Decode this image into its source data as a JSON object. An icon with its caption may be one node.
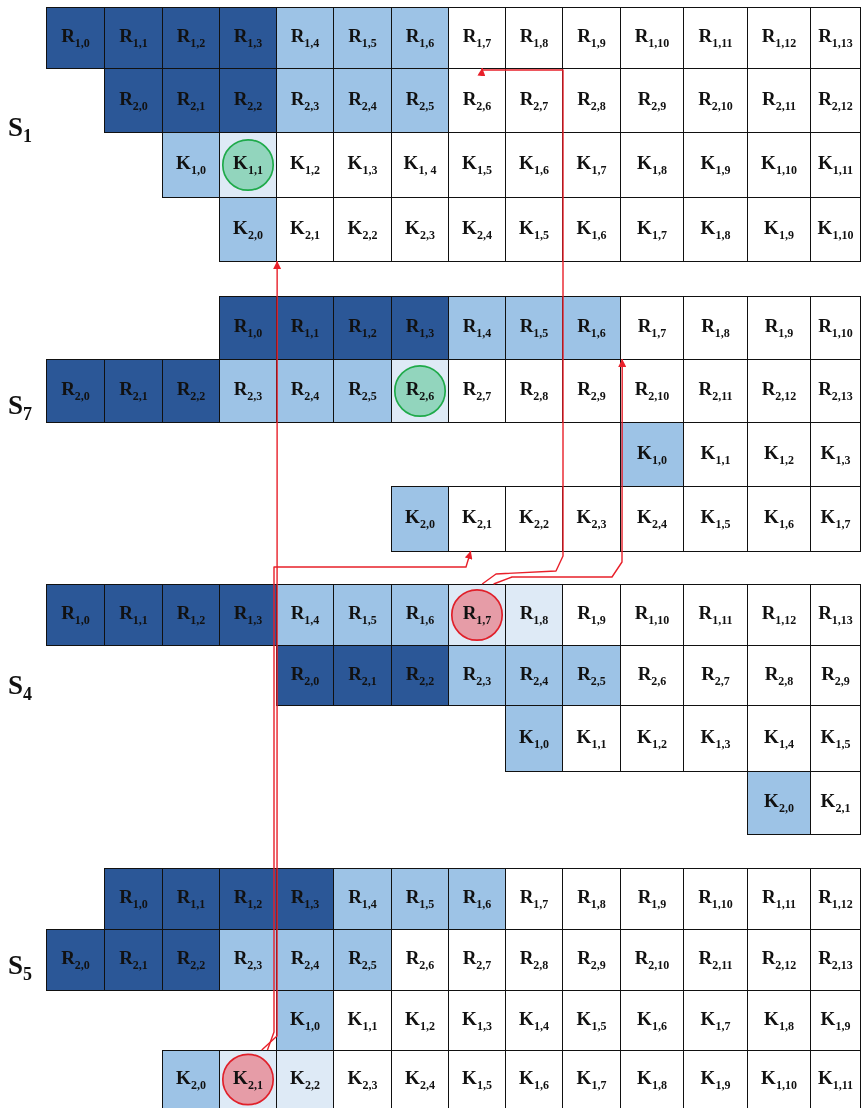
{
  "diagram": {
    "nodes": [
      {
        "text": [
          "R$_{1,0}$"
        ]
      },
      {
        "text": [
          "R$_{1,1}$"
        ]
      },
      {
        "text": [
          "R$_{1,2}$"
        ]
      },
      {
        "text": [
          "R$_{1,3}$"
        ]
      },
      {
        "text": [
          "R$_{1,4}$"
        ]
      },
      {
        "text": [
          "R$_{1,5}$"
        ]
      },
      {
        "text": [
          "R$_{1,6}$"
        ]
      },
      {
        "text": [
          "R$_{1,7}$"
        ]
      },
      {
        "text": [
          "R$_{1,8}$"
        ]
      },
      {
        "text": [
          "R$_{1,9}$"
        ]
      },
      {
        "text": [
          "R$_{1,10}$"
        ]
      },
      {
        "text": [
          "R$_{1,11}$"
        ]
      },
      {
        "text": [
          "R$_{1,12}$"
        ]
      },
      {
        "text": [
          "R$_{1,13}$"
        ]
      },
      {
        "text": [
          "R$_{2,0}$"
        ]
      },
      {
        "text": [
          "R$_{2,1}$"
        ]
      },
      {
        "text": [
          "R$_{2,2}$"
        ]
      },
      {
        "text": [
          "R$_{2,3}$"
        ]
      },
      {
        "text": [
          "R$_{2,4}$"
        ]
      },
      {
        "text": [
          "R$_{2,5}$"
        ]
      },
      {
        "text": [
          "R$_{2,6}$"
        ]
      },
      {
        "text": [
          "R$_{2,7}$"
        ]
      },
      {
        "text": [
          "R$_{2,8}$"
        ]
      },
      {
        "text": [
          "R$_{2,9}$"
        ]
      },
      {
        "text": [
          "R$_{2,10}$"
        ]
      },
      {
        "text": [
          "R$_{2,11}$"
        ]
      },
      {
        "text": [
          "R$_{2,12}$"
        ]
      },
      {
        "text": [
          "K$_{1,0}$"
        ]
      },
      {
        "text": [
          "K$_{1,1}$"
        ]
      },
      {
        "text": [
          "K$_{1,2}$"
        ]
      },
      {
        "text": [
          "K$_{1,3}$"
        ]
      },
      {
        "text": [
          "K$_{1, 4}$"
        ]
      },
      {
        "text": [
          "K$_{1,5}$"
        ]
      },
      {
        "text": [
          "K$_{1,6}$"
        ]
      },
      {
        "text": [
          "K$_{1,7}$"
        ]
      },
      {
        "text": [
          "K$_{1,8}$"
        ]
      },
      {
        "text": [
          "K$_{1,9}$"
        ]
      },
      {
        "text": [
          "K$_{1,10}$"
        ]
      },
      {
        "text": [
          "K$_{1,11}$"
        ]
      },
      {
        "text": [
          "K$_{2,0}$"
        ]
      },
      {
        "text": [
          "K$_{2,1}$"
        ]
      },
      {
        "text": [
          "K$_{2,2}$"
        ]
      },
      {
        "text": [
          "K$_{2,3}$"
        ]
      },
      {
        "text": [
          "K$_{2,4}$"
        ]
      },
      {
        "text": [
          "K$_{1,5}$"
        ]
      },
      {
        "text": [
          "K$_{1,6}$"
        ]
      },
      {
        "text": [
          "K$_{1,7}$"
        ]
      },
      {
        "text": [
          "K$_{1,8}$"
        ]
      },
      {
        "text": [
          "K$_{1,9}$"
        ]
      },
      {
        "text": [
          "K$_{1,10}$"
        ]
      },
      {
        "text": [
          "R$_{1,0}$"
        ]
      },
      {
        "text": [
          "R$_{1,1}$"
        ]
      },
      {
        "text": [
          "R$_{1,2}$"
        ]
      },
      {
        "text": [
          "R$_{1,3}$"
        ]
      },
      {
        "text": [
          "R$_{1,4}$"
        ]
      },
      {
        "text": [
          "R$_{1,5}$"
        ]
      },
      {
        "text": [
          "R$_{1,6}$"
        ]
      },
      {
        "text": [
          "R$_{1,7}$"
        ]
      },
      {
        "text": [
          "R$_{1,8}$"
        ]
      },
      {
        "text": [
          "R$_{1,9}$"
        ]
      },
      {
        "text": [
          "R$_{1,10}$"
        ]
      },
      {
        "text": [
          "R$_{2,0}$"
        ]
      },
      {
        "text": [
          "R$_{2,1}$"
        ]
      },
      {
        "text": [
          "R$_{2,2}$"
        ]
      },
      {
        "text": [
          "R$_{2,3}$"
        ]
      },
      {
        "text": [
          "R$_{2,4}$"
        ]
      },
      {
        "text": [
          "R$_{2,5}$"
        ]
      },
      {
        "text": [
          "R$_{2,6}$"
        ]
      },
      {
        "text": [
          "R$_{2,7}$"
        ]
      },
      {
        "text": [
          "R$_{2,8}$"
        ]
      },
      {
        "text": [
          "R$_{2,9}$"
        ]
      },
      {
        "text": [
          "R$_{2,10}$"
        ]
      },
      {
        "text": [
          "R$_{2,11}$"
        ]
      },
      {
        "text": [
          "R$_{2,12}$"
        ]
      },
      {
        "text": [
          "R$_{2,13}$"
        ]
      },
      {
        "text": [
          "K$_{1,0}$"
        ]
      },
      {
        "text": [
          "K$_{1,1}$"
        ]
      },
      {
        "text": [
          "K$_{1,2}$"
        ]
      },
      {
        "text": [
          "K$_{1,3}$"
        ]
      },
      {
        "text": [
          "K$_{2,0}$"
        ]
      },
      {
        "text": [
          "K$_{2,1}$"
        ]
      },
      {
        "text": [
          "K$_{2,2}$"
        ]
      },
      {
        "text": [
          "K$_{2,3}$"
        ]
      },
      {
        "text": [
          "K$_{2,4}$"
        ]
      },
      {
        "text": [
          "K$_{1,5}$"
        ]
      },
      {
        "text": [
          "K$_{1,6}$"
        ]
      },
      {
        "text": [
          "K$_{1,7}$"
        ]
      },
      {
        "text": [
          "R$_{1,0}$"
        ]
      },
      {
        "text": [
          "R$_{1,1}$"
        ]
      },
      {
        "text": [
          "R$_{1,2}$"
        ]
      },
      {
        "text": [
          "R$_{1,3}$"
        ]
      },
      {
        "text": [
          "R$_{1,4}$"
        ]
      },
      {
        "text": [
          "R$_{1,5}$"
        ]
      },
      {
        "text": [
          "R$_{1,6}$"
        ]
      },
      {
        "text": [
          "R$_{1,7}$"
        ]
      },
      {
        "text": [
          "R$_{1,8}$"
        ]
      },
      {
        "text": [
          "R$_{1,9}$"
        ]
      },
      {
        "text": [
          "R$_{1,10}$"
        ]
      },
      {
        "text": [
          "R$_{1,11}$"
        ]
      },
      {
        "text": [
          "R$_{1,12}$"
        ]
      },
      {
        "text": [
          "R$_{1,13}$"
        ]
      },
      {
        "text": [
          "R$_{2,0}$"
        ]
      },
      {
        "text": [
          "R$_{2,1}$"
        ]
      },
      {
        "text": [
          "R$_{2,2}$"
        ]
      },
      {
        "text": [
          "R$_{2,3}$"
        ]
      },
      {
        "text": [
          "R$_{2,4}$"
        ]
      },
      {
        "text": [
          "R$_{2,5}$"
        ]
      },
      {
        "text": [
          "R$_{2,6}$"
        ]
      },
      {
        "text": [
          "R$_{2,7}$"
        ]
      },
      {
        "text": [
          "R$_{2,8}$"
        ]
      },
      {
        "text": [
          "R$_{2,9}$"
        ]
      },
      {
        "text": [
          "K$_{1,0}$"
        ]
      },
      {
        "text": [
          "K$_{1,1}$"
        ]
      },
      {
        "text": [
          "K$_{1,2}$"
        ]
      },
      {
        "text": [
          "K$_{1,3}$"
        ]
      },
      {
        "text": [
          "K$_{1,4}$"
        ]
      },
      {
        "text": [
          "K$_{1,5}$"
        ]
      },
      {
        "text": [
          "K$_{2,0}$"
        ]
      },
      {
        "text": [
          "K$_{2,1}$"
        ]
      },
      {
        "text": [
          "R$_{1,0}$"
        ]
      },
      {
        "text": [
          "R$_{1,1}$"
        ]
      },
      {
        "text": [
          "R$_{1,2}$"
        ]
      },
      {
        "text": [
          "R$_{1,3}$"
        ]
      },
      {
        "text": [
          "R$_{1,4}$"
        ]
      },
      {
        "text": [
          "R$_{1,5}$"
        ]
      },
      {
        "text": [
          "R$_{1,6}$"
        ]
      },
      {
        "text": [
          "R$_{1,7}$"
        ]
      },
      {
        "text": [
          "R$_{1,8}$"
        ]
      },
      {
        "text": [
          "R$_{1,9}$"
        ]
      },
      {
        "text": [
          "R$_{1,10}$"
        ]
      },
      {
        "text": [
          "R$_{1,11}$"
        ]
      },
      {
        "text": [
          "R$_{1,12}$"
        ]
      },
      {
        "text": [
          "R$_{2,0}$"
        ]
      },
      {
        "text": [
          "R$_{2,1}$"
        ]
      },
      {
        "text": [
          "R$_{2,2}$"
        ]
      },
      {
        "text": [
          "R$_{2,3}$"
        ]
      },
      {
        "text": [
          "R$_{2,4}$"
        ]
      },
      {
        "text": [
          "R$_{2,5}$"
        ]
      },
      {
        "text": [
          "R$_{2,6}$"
        ]
      },
      {
        "text": [
          "R$_{2,7}$"
        ]
      },
      {
        "text": [
          "R$_{2,8}$"
        ]
      },
      {
        "text": [
          "R$_{2,9}$"
        ]
      },
      {
        "text": [
          "R$_{2,10}$"
        ]
      },
      {
        "text": [
          "R$_{2,11}$"
        ]
      },
      {
        "text": [
          "R$_{2,12}$"
        ]
      },
      {
        "text": [
          "R$_{2,13}$"
        ]
      },
      {
        "text": [
          "K$_{1,0}$"
        ]
      },
      {
        "text": [
          "K$_{1,1}$"
        ]
      },
      {
        "text": [
          "K$_{1,2}$"
        ]
      },
      {
        "text": [
          "K$_{1,3}$"
        ]
      },
      {
        "text": [
          "K$_{1,4}$"
        ]
      },
      {
        "text": [
          "K$_{1,5}$"
        ]
      },
      {
        "text": [
          "K$_{1,6}$"
        ]
      },
      {
        "text": [
          "K$_{1,7}$"
        ]
      },
      {
        "text": [
          "K$_{1,8}$"
        ]
      },
      {
        "text": [
          "K$_{1,9}$"
        ]
      },
      {
        "text": [
          "K$_{2,0}$"
        ]
      },
      {
        "text": [
          "K$_{2,1}$"
        ]
      },
      {
        "text": [
          "K$_{2,2}$"
        ]
      },
      {
        "text": [
          "K$_{2,3}$"
        ]
      },
      {
        "text": [
          "K$_{2,4}$"
        ]
      },
      {
        "text": [
          "K$_{1,5}$"
        ]
      },
      {
        "text": [
          "K$_{1,6}$"
        ]
      },
      {
        "text": [
          "K$_{1,7}$"
        ]
      },
      {
        "text": [
          "K$_{1,8}$"
        ]
      },
      {
        "text": [
          "K$_{1,9}$"
        ]
      },
      {
        "text": [
          "K$_{1,10}$"
        ]
      },
      {
        "text": [
          "K$_{1,11}$"
        ]
      }
    ],
    "edges": [
      {
        "from": 157,
        "to": 40,
        "arrow": "to"
      },
      {
        "from": 157,
        "to": 80,
        "arrow": "to"
      },
      {
        "from": 94,
        "to": 7,
        "arrow": "to"
      },
      {
        "from": 94,
        "to": 57,
        "arrow": "to"
      }
    ],
    "labels": [
      "S$_{1}$",
      "S$_{7}$",
      "S$_{4}$",
      "S$_{5}$"
    ]
  }
}
